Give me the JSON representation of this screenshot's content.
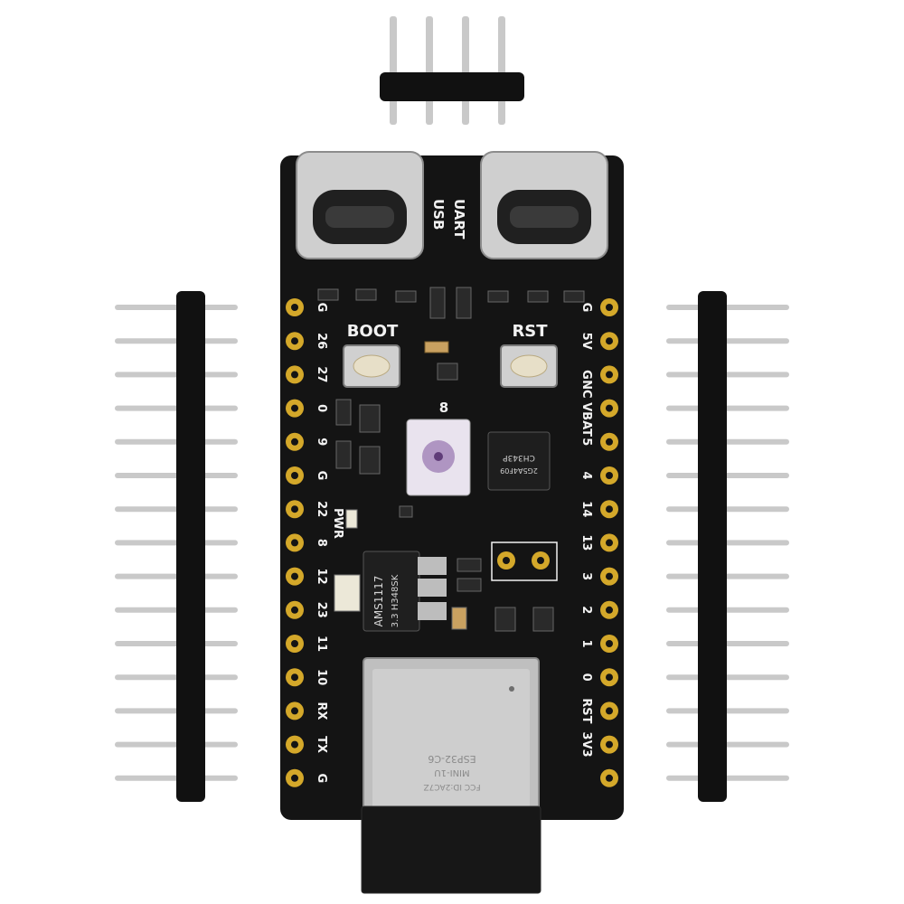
{
  "colors": {
    "background": "#ffffff",
    "pcb": "#141414",
    "gold_pad": "#d4a82a",
    "silkscreen": "#f2f2f2",
    "header_plastic": "#111111",
    "pin_metal": "#c9c9c9",
    "usb_metal": "#cfcfcf",
    "shield_metal": "#bfbfbf",
    "led_white": "#e9e3ee",
    "led_core": "#9b7bb3"
  },
  "top_labels": {
    "usb": "USB",
    "uart": "UART"
  },
  "buttons": {
    "boot": "BOOT",
    "rst": "RST"
  },
  "board_marks": {
    "pwr": "PWR",
    "led_num": "8",
    "regulator_l1": "AMS1117",
    "regulator_l2": "3.3 H348SK",
    "chip_l1": "CH343P",
    "chip_l2": "2G5A4F09"
  },
  "left_pins": [
    "G",
    "26",
    "27",
    "0",
    "9",
    "G",
    "22",
    "8",
    "12",
    "23",
    "11",
    "10",
    "RX",
    "TX",
    "G"
  ],
  "right_pins": [
    "G",
    "5V",
    "G",
    "NC VBAT",
    "5",
    "4",
    "14",
    "13",
    "3",
    "2",
    "1",
    "0",
    "RST",
    "3V3"
  ],
  "module_text": [
    "ESP32-C6",
    "MINI-1U",
    "FCC ID:2AC7Z"
  ]
}
